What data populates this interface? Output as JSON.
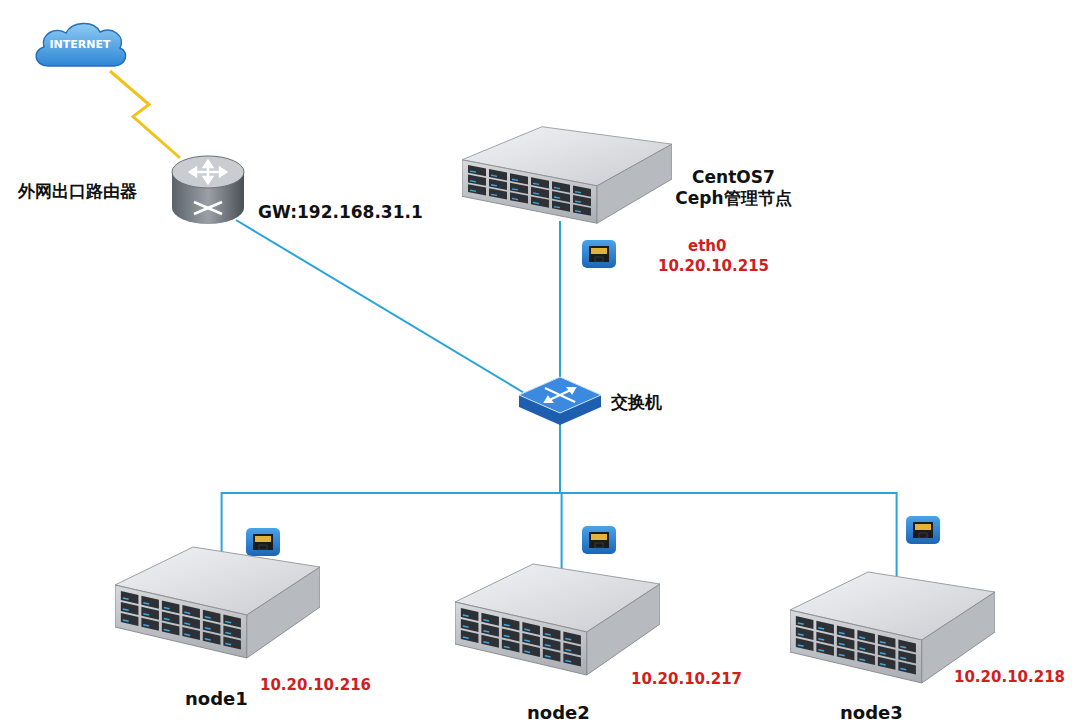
{
  "diagram": {
    "nodes": [
      {
        "text": [
          "INTERNET"
        ]
      },
      {
        "text": [
          "外网出口路由器",
          "GW:192.168.31.1"
        ]
      },
      {
        "text": [
          "CentOS7 Ceph管理节点",
          "eth0",
          "10.20.10.215"
        ]
      },
      {
        "text": [
          "交换机"
        ]
      },
      {
        "text": [
          "node1",
          "10.20.10.216"
        ]
      },
      {
        "text": [
          "node2",
          "10.20.10.217"
        ]
      },
      {
        "text": [
          "node3",
          "10.20.10.218"
        ]
      }
    ],
    "edges": [
      {
        "from": 0,
        "to": 1,
        "arrow": "none"
      },
      {
        "from": 1,
        "to": 3,
        "arrow": "none"
      },
      {
        "from": 2,
        "to": 3,
        "arrow": "none"
      },
      {
        "from": 3,
        "to": 4,
        "arrow": "none"
      },
      {
        "from": 3,
        "to": 5,
        "arrow": "none"
      },
      {
        "from": 3,
        "to": 6,
        "arrow": "none"
      }
    ]
  }
}
